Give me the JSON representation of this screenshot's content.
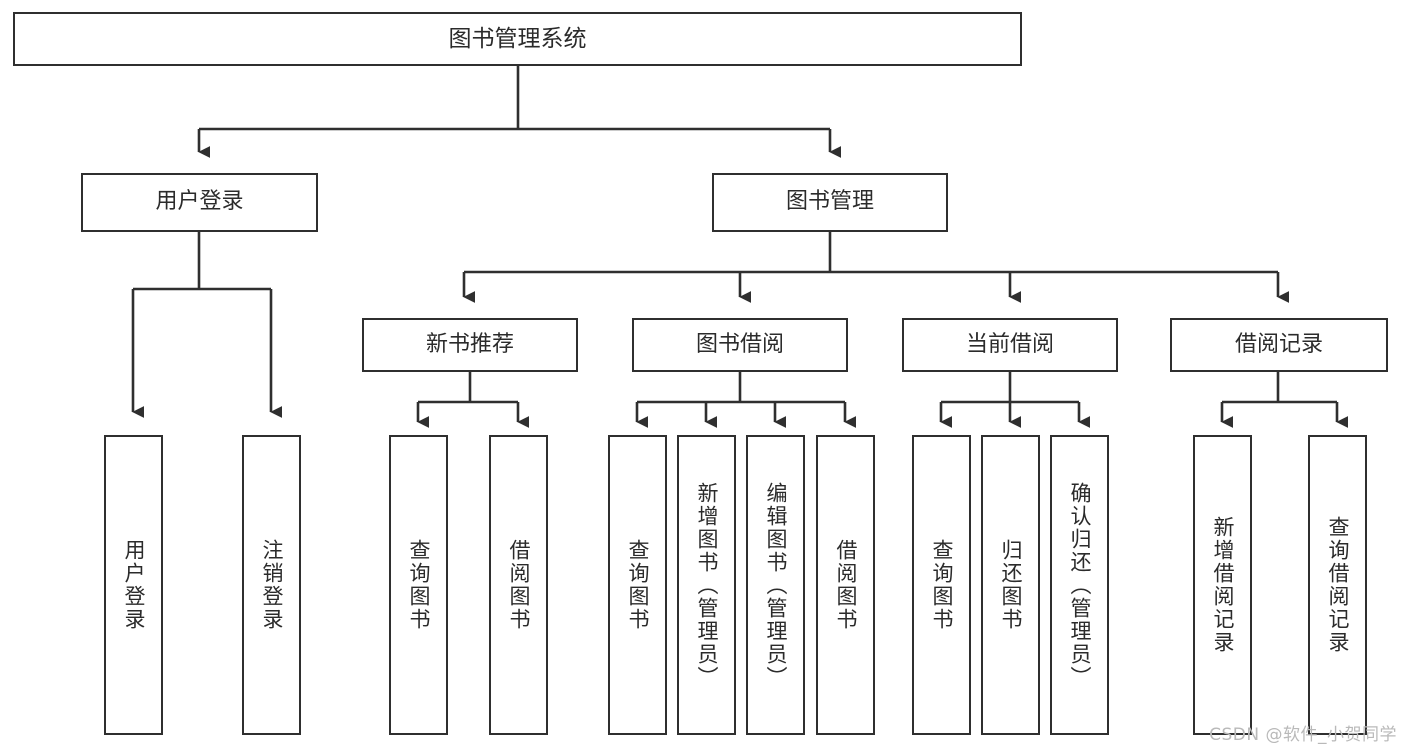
{
  "diagram": {
    "type": "tree",
    "title": "图书管理系统",
    "orientation": "top-down",
    "line_color": "#2f2f2f",
    "box_fill": "#ffffff",
    "text_color": "#2b2b2b",
    "root": {
      "label": "图书管理系统"
    },
    "level2": [
      {
        "label": "用户登录"
      },
      {
        "label": "图书管理"
      }
    ],
    "level3": [
      {
        "label": "新书推荐"
      },
      {
        "label": "图书借阅"
      },
      {
        "label": "当前借阅"
      },
      {
        "label": "借阅记录"
      }
    ],
    "leaves": {
      "user_login": [
        {
          "label": "用户登录"
        },
        {
          "label": "注销登录"
        }
      ],
      "new_book_recommend": [
        {
          "label": "查询图书"
        },
        {
          "label": "借阅图书"
        }
      ],
      "book_borrow": [
        {
          "label": "查询图书"
        },
        {
          "label": "新增图书（管理员）"
        },
        {
          "label": "编辑图书（管理员）"
        },
        {
          "label": "借阅图书"
        }
      ],
      "current_borrow": [
        {
          "label": "查询图书"
        },
        {
          "label": "归还图书"
        },
        {
          "label": "确认归还（管理员）"
        }
      ],
      "borrow_record": [
        {
          "label": "新增借阅记录"
        },
        {
          "label": "查询借阅记录"
        }
      ]
    }
  },
  "watermark": {
    "text": "CSDN @软件_小贺同学"
  }
}
